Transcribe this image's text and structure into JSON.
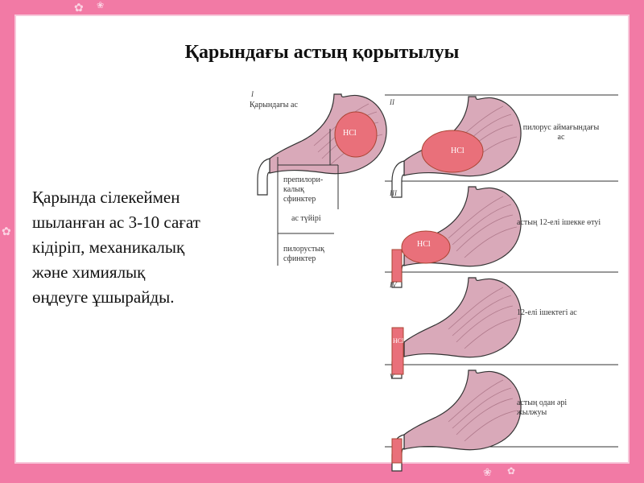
{
  "title": "Қарындағы астың қорытылуы",
  "body_lines": [
    "Қарында сілекеймен",
    "шыланған ас 3-10 сағат",
    "кідіріп, механикалық",
    "және химиялық",
    "өңдеуге ұшырайды."
  ],
  "stages": [
    {
      "numeral": "I",
      "caption_lines": [
        "Қарындағы ас"
      ]
    },
    {
      "numeral": "II",
      "caption_lines": [
        "пилорус аймағындағы",
        "ас"
      ]
    },
    {
      "numeral": "III",
      "caption_lines": [
        "астың 12-елі ішекке өтуі"
      ]
    },
    {
      "numeral": "IV",
      "caption_lines": [
        "12-елі ішектегі ас"
      ]
    },
    {
      "numeral": "V",
      "caption_lines": [
        "астың одан әрі",
        "жылжуы"
      ]
    }
  ],
  "stage1_labels": {
    "prepyloric": [
      "препилори-",
      "калық",
      "сфинктер"
    ],
    "bottom": "ас түйірі",
    "pyloric": [
      "пилорустық",
      "сфинктер"
    ]
  },
  "hcl_label": "HCl",
  "colors": {
    "border": "#f27aa5",
    "stomach_fill": "#d9a9b9",
    "food_fill": "#e9707a",
    "line": "#333333"
  }
}
